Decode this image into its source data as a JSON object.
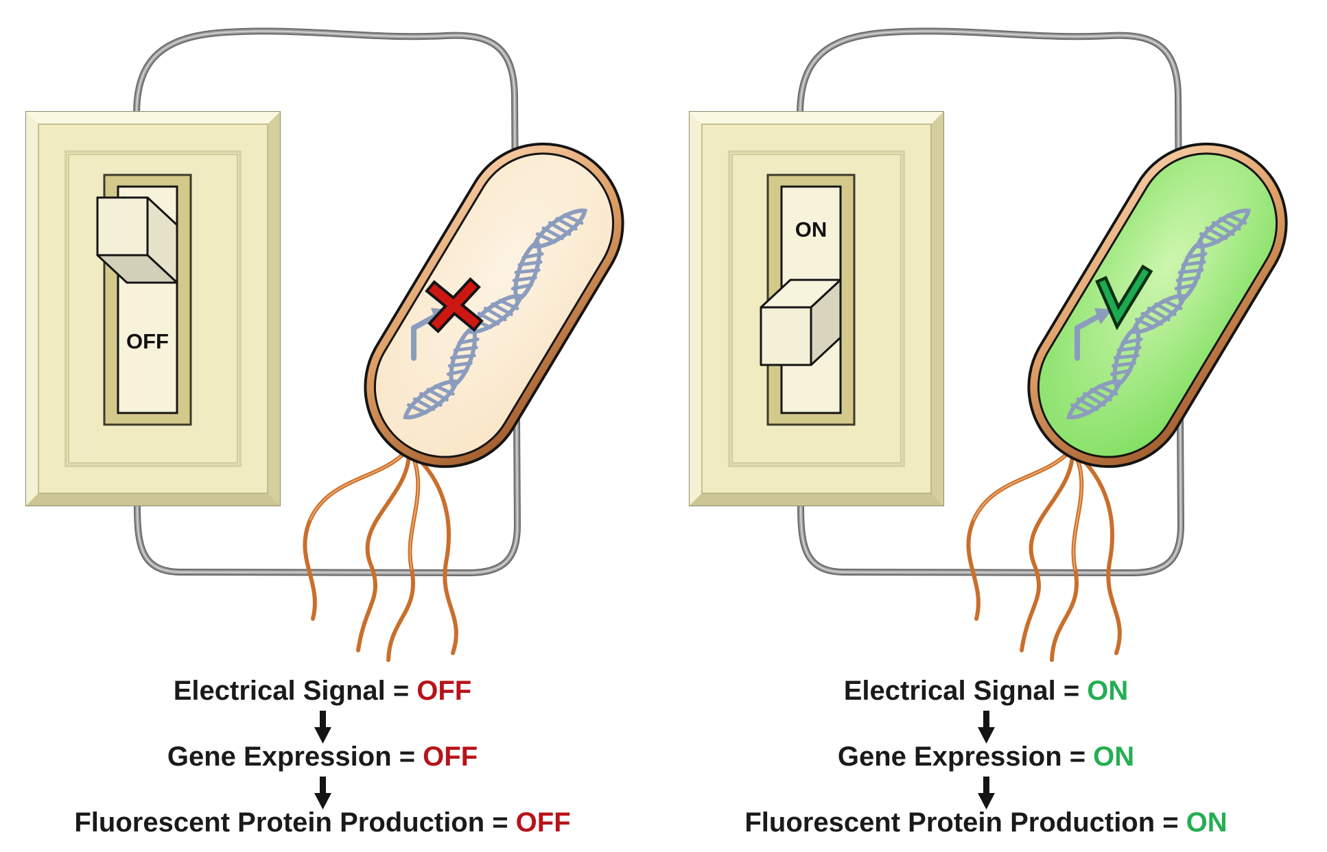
{
  "shared": {
    "colors": {
      "wire": "#9d9d9d",
      "copper_light": "#f9d2ab",
      "copper_mid": "#dd9c63",
      "copper_dark": "#9a5526",
      "dna": "#8b9cbe",
      "flagella": "#c96f2c",
      "plate": "#f0ebc0",
      "text": "#1a1a1a"
    }
  },
  "panels": [
    {
      "state": "OFF",
      "switch_label": "OFF",
      "symbol": "cross-icon",
      "colors": {
        "value_text": "#b8121a",
        "symbol": "#cd1712",
        "cell_center": "#fdf3e2",
        "cell_edge": "#f9e5c6"
      },
      "caption": [
        {
          "label": "Electrical Signal =",
          "value": "OFF"
        },
        {
          "label": "Gene Expression =",
          "value": "OFF"
        },
        {
          "label": "Fluorescent Protein Production =",
          "value": "OFF"
        }
      ]
    },
    {
      "state": "ON",
      "switch_label": "ON",
      "symbol": "check-icon",
      "colors": {
        "value_text": "#24ae52",
        "symbol": "#1cab4f",
        "cell_center": "#cdf6ae",
        "cell_edge": "#7cdd5c"
      },
      "caption": [
        {
          "label": "Electrical Signal =",
          "value": "ON"
        },
        {
          "label": "Gene Expression =",
          "value": "ON"
        },
        {
          "label": "Fluorescent Protein Production =",
          "value": "ON"
        }
      ]
    }
  ]
}
